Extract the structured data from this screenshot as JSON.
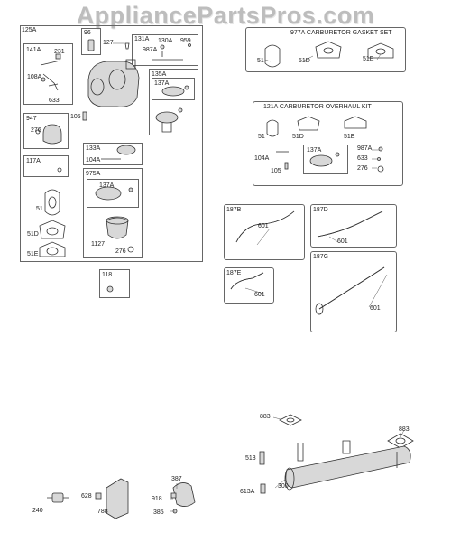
{
  "watermark": "AppliancePartsPros.com",
  "groups": {
    "g125A": "125A",
    "g96": "96",
    "g131A": "131A",
    "g141A": "141A",
    "g135A": "135A",
    "g137A_1": "137A",
    "g947": "947",
    "g117A": "117A",
    "g133A": "133A",
    "g975A": "975A",
    "g137A_2": "137A",
    "g118": "118",
    "g977A": "977A CARBURETOR GASKET SET",
    "g121A": "121A CARBURETOR OVERHAUL KIT",
    "g137A_3": "137A",
    "g187B": "187B",
    "g187D": "187D",
    "g187E": "187E",
    "g187G": "187G"
  },
  "labels": {
    "l127": "127",
    "l130A": "130A",
    "l959": "959",
    "l987A_1": "987A",
    "l231": "231",
    "l108A": "108A",
    "l633_1": "633",
    "l105_1": "105",
    "l276_1": "276",
    "l51_1": "51",
    "l51D_1": "51D",
    "l51E_1": "51E",
    "l104A_1": "104A",
    "l1127": "1127",
    "l276_2": "276",
    "l51_2": "51",
    "l51D_2": "51D",
    "l51E_2": "51E",
    "l51_3": "51",
    "l51D_3": "51D",
    "l51E_3": "51E",
    "l987A_2": "987A",
    "l633_2": "633",
    "l276_3": "276",
    "l104A_2": "104A",
    "l105_2": "105",
    "l601_1": "601",
    "l601_2": "601",
    "l601_3": "601",
    "l601_4": "601",
    "l883_1": "883",
    "l883_2": "883",
    "l513": "513",
    "l613A": "613A",
    "l300": "300",
    "l240": "240",
    "l628": "628",
    "l788": "788",
    "l387": "387",
    "l918": "918",
    "l385": "385"
  }
}
